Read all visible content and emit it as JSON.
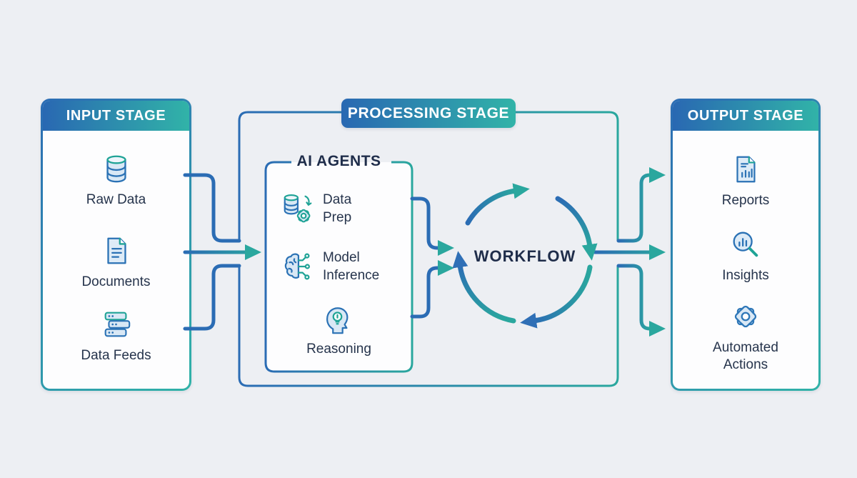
{
  "colors": {
    "blue": "#2b6cb4",
    "teal": "#2aa79e",
    "header_gradient_start": "#2968b2",
    "header_gradient_end": "#31b3a8",
    "background": "#edeff3",
    "text_dark": "#1f2d4a",
    "label_text": "#26344c",
    "icon_fill": "#d9e8f5"
  },
  "input_stage": {
    "title": "INPUT STAGE",
    "items": [
      {
        "label": "Raw Data",
        "icon": "database-icon"
      },
      {
        "label": "Documents",
        "icon": "document-icon"
      },
      {
        "label": "Data Feeds",
        "icon": "server-stack-icon"
      }
    ]
  },
  "processing_stage": {
    "title": "PROCESSING STAGE",
    "ai_agents": {
      "title": "AI AGENTS",
      "items": [
        {
          "lines": [
            "Data",
            "Prep"
          ],
          "icon": "data-prep-icon"
        },
        {
          "lines": [
            "Model",
            "Inference"
          ],
          "icon": "brain-circuit-icon"
        },
        {
          "lines": [
            "Reasoning"
          ],
          "icon": "head-bulb-icon"
        }
      ]
    },
    "workflow": {
      "label": "WORKFLOW"
    }
  },
  "output_stage": {
    "title": "OUTPUT STAGE",
    "items": [
      {
        "label": "Reports",
        "icon": "report-document-icon"
      },
      {
        "label": "Insights",
        "icon": "magnifier-chart-icon"
      },
      {
        "label": "Automated Actions",
        "icon": "gear-icon"
      }
    ]
  }
}
